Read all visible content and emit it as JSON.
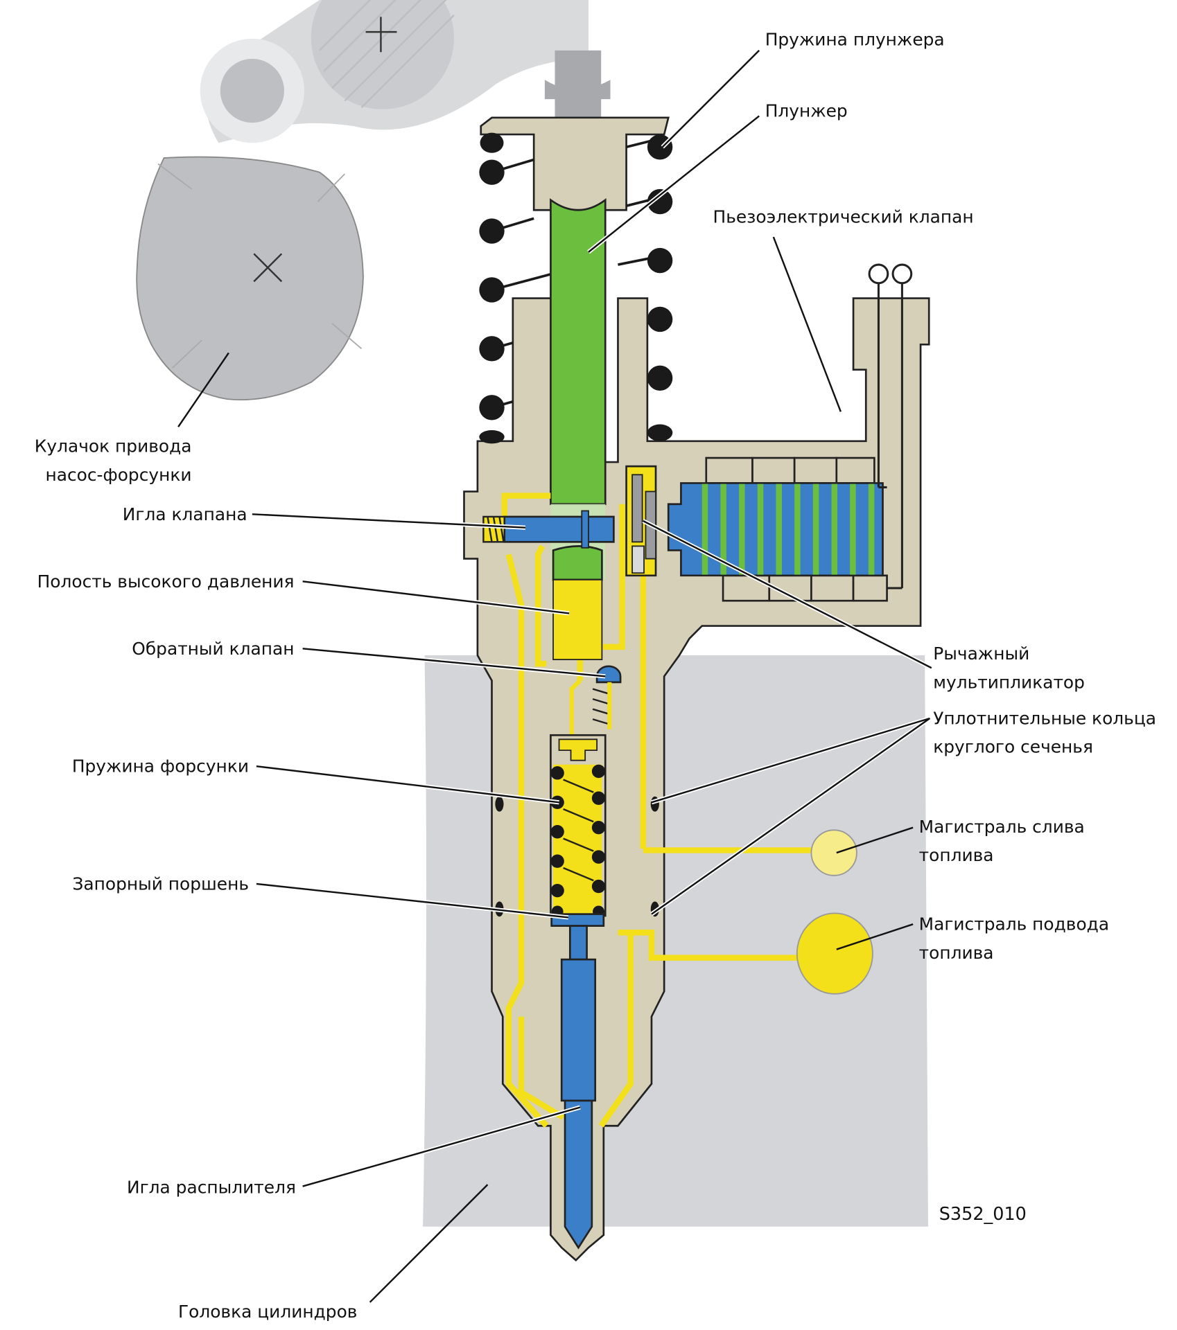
{
  "figure": {
    "title": "Насос-форсунка с пьезоэлектрическим клапаном",
    "code": "S352_010",
    "colors": {
      "body": "#d6d0b8",
      "plunger": "#6cbf3e",
      "needle": "#3a7fc8",
      "fuel": "#f3e01a",
      "fuel_return": "#f7ec8a",
      "cylinder_head": "#d3d5d8",
      "cam": "#bdbfc2",
      "rocker": "#d8dadc",
      "spring": "#1a1a1a"
    }
  },
  "labels": {
    "plunger_spring": "Пружина плунжера",
    "plunger": "Плунжер",
    "piezo_valve": "Пьезоэлектрический клапан",
    "cam_line1": "Кулачок привода",
    "cam_line2": "насос-форсунки",
    "valve_needle": "Игла клапана",
    "high_pressure_chamber": "Полость высокого давления",
    "check_valve": "Обратный клапан",
    "lever_line1": "Рычажный",
    "lever_line2": "мультипликатор",
    "orings_line1": "Уплотнительные кольца",
    "orings_line2": "круглого сеченья",
    "injector_spring": "Пружина форсунки",
    "return_line1": "Магистраль слива",
    "return_line2": "топлива",
    "shutoff_piston": "Запорный поршень",
    "supply_line1": "Магистраль подвода",
    "supply_line2": "топлива",
    "nozzle_needle": "Игла распылителя",
    "cylinder_head": "Головка цилиндров"
  }
}
